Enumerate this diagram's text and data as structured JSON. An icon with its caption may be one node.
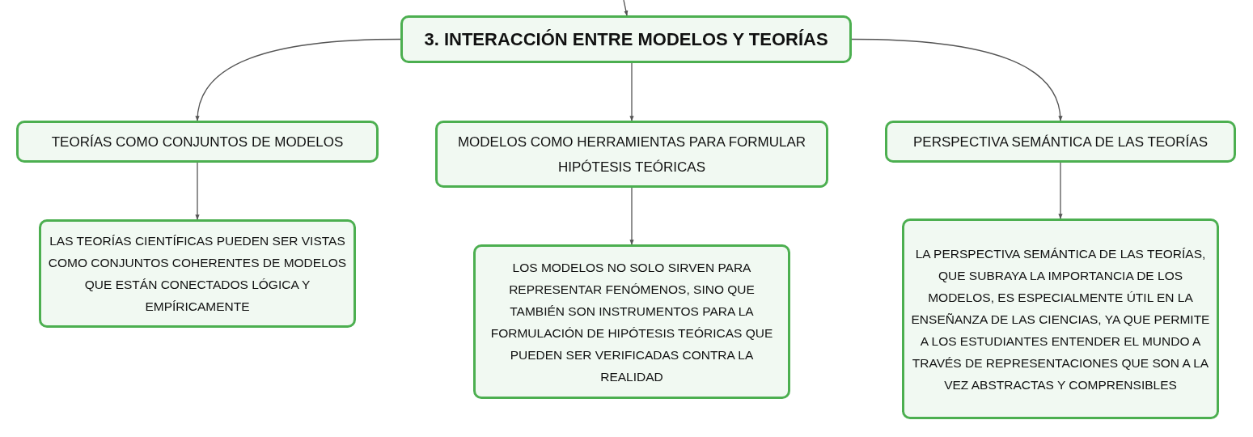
{
  "diagram": {
    "nodes": [
      {
        "text": [
          "3. INTERACCIÓN ENTRE MODELOS Y TEORÍAS"
        ]
      },
      {
        "text": [
          "TEORÍAS COMO CONJUNTOS DE MODELOS"
        ]
      },
      {
        "text": [
          "MODELOS COMO HERRAMIENTAS PARA FORMULAR HIPÓTESIS TEÓRICAS"
        ]
      },
      {
        "text": [
          "PERSPECTIVA SEMÁNTICA DE LAS TEORÍAS"
        ]
      },
      {
        "text": [
          "LAS TEORÍAS CIENTÍFICAS PUEDEN SER VISTAS COMO CONJUNTOS COHERENTES DE MODELOS QUE ESTÁN CONECTADOS LÓGICA Y EMPÍRICAMENTE"
        ]
      },
      {
        "text": [
          "LOS MODELOS NO SOLO SIRVEN PARA REPRESENTAR FENÓMENOS, SINO QUE TAMBIÉN SON INSTRUMENTOS PARA LA FORMULACIÓN DE HIPÓTESIS TEÓRICAS QUE PUEDEN SER VERIFICADAS CONTRA LA REALIDAD"
        ]
      },
      {
        "text": [
          "LA PERSPECTIVA SEMÁNTICA DE LAS TEORÍAS, QUE SUBRAYA LA IMPORTANCIA DE LOS MODELOS, ES ESPECIALMENTE ÚTIL EN LA ENSEÑANZA DE LAS CIENCIAS, YA QUE PERMITE A LOS ESTUDIANTES ENTENDER EL MUNDO A TRAVÉS DE REPRESENTACIONES QUE SON A LA VEZ ABSTRACTAS Y COMPRENSIBLES"
        ]
      }
    ],
    "edges": [
      {
        "from": null,
        "to": 0,
        "arrow": "to"
      },
      {
        "from": 0,
        "to": 1,
        "arrow": "to"
      },
      {
        "from": 0,
        "to": 2,
        "arrow": "to"
      },
      {
        "from": 0,
        "to": 3,
        "arrow": "to"
      },
      {
        "from": 1,
        "to": 4,
        "arrow": "to"
      },
      {
        "from": 2,
        "to": 5,
        "arrow": "to"
      },
      {
        "from": 3,
        "to": 6,
        "arrow": "to"
      }
    ]
  }
}
